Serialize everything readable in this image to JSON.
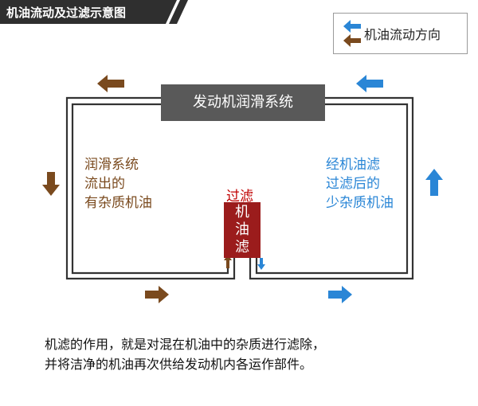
{
  "title": "机油流动及过滤示意图",
  "legend": {
    "label": "机油流动方向",
    "icon": "bidirectional-arrows-icon"
  },
  "system_label": "发动机润滑系统",
  "left_text": [
    "润滑系统",
    "流出的",
    "有杂质机油"
  ],
  "right_text": [
    "经机油滤",
    "过滤后的",
    "少杂质机油"
  ],
  "filter": {
    "label": "过滤",
    "box_chars": [
      "机",
      "油",
      "滤"
    ]
  },
  "caption": [
    "机滤的作用，就是对混在机油中的杂质进行滤除，",
    "并将洁净的机油再次供给发动机内各运作部件。"
  ],
  "colors": {
    "brown": "#7a4a1e",
    "blue": "#2a86d6",
    "dark_gray": "#595959",
    "filter_red": "#9b1c1c",
    "filter_label": "#c00000",
    "banner": "#2f2f2f"
  }
}
